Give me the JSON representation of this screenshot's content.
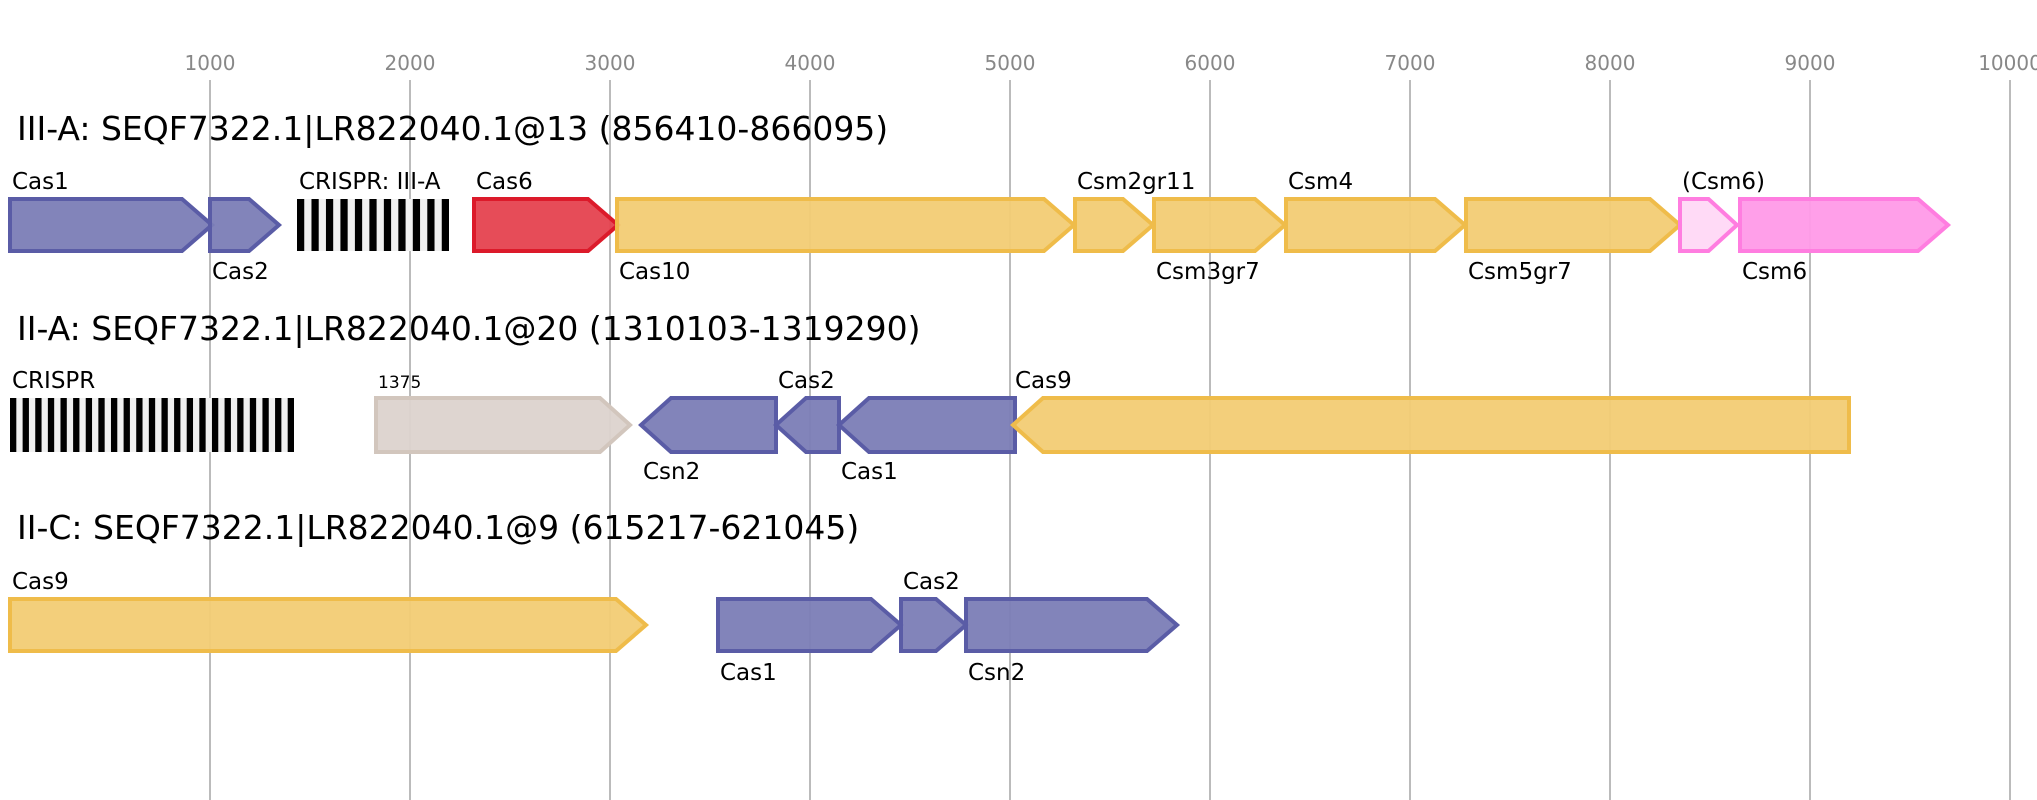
{
  "axis": {
    "ticks": [
      1000,
      2000,
      3000,
      4000,
      5000,
      6000,
      7000,
      8000,
      9000,
      10000
    ],
    "tick_labels": [
      "1000",
      "2000",
      "3000",
      "4000",
      "5000",
      "6000",
      "7000",
      "8000",
      "9000",
      "10000"
    ],
    "range_bp": [
      0,
      10000
    ],
    "grid": true
  },
  "colors": {
    "blue": {
      "fill": "#7b7db6",
      "stroke": "#5a5ca6"
    },
    "yellow": {
      "fill": "#f2cc74",
      "stroke": "#efbc4a"
    },
    "red": {
      "fill": "#e5424f",
      "stroke": "#dc1a2a"
    },
    "pink": {
      "fill": "#ff9ae8",
      "stroke": "#ff7de0"
    },
    "lightpink": {
      "fill": "#ffd8f6",
      "stroke": "#ff7de0"
    },
    "gray": {
      "fill": "#dcd3cd",
      "stroke": "#d2c6bd"
    },
    "grid": "#bbbbbb",
    "crispr": "#000000"
  },
  "loci": [
    {
      "title": "III-A: SEQF7322.1|LR822040.1@13 (856410-866095)",
      "features": [
        {
          "label": "Cas1",
          "start": 0,
          "end": 1010,
          "strand": "+",
          "color": "blue",
          "label_pos": "above"
        },
        {
          "label": "Cas2",
          "start": 1000,
          "end": 1345,
          "strand": "+",
          "color": "blue",
          "label_pos": "below"
        },
        {
          "label": "CRISPR: III-A",
          "start": 1435,
          "end": 2195,
          "type": "crispr",
          "repeats": 11,
          "label_pos": "above"
        },
        {
          "label": "Cas6",
          "start": 2320,
          "end": 3040,
          "strand": "+",
          "color": "red",
          "label_pos": "above"
        },
        {
          "label": "Cas10",
          "start": 3035,
          "end": 5320,
          "strand": "+",
          "color": "yellow",
          "label_pos": "below"
        },
        {
          "label": "Csm2gr11",
          "start": 5325,
          "end": 5715,
          "strand": "+",
          "color": "yellow",
          "label_pos": "above"
        },
        {
          "label": "Csm3gr7",
          "start": 5720,
          "end": 6375,
          "strand": "+",
          "color": "yellow",
          "label_pos": "below"
        },
        {
          "label": "Csm4",
          "start": 6380,
          "end": 7275,
          "strand": "+",
          "color": "yellow",
          "label_pos": "above"
        },
        {
          "label": "Csm5gr7",
          "start": 7280,
          "end": 8350,
          "strand": "+",
          "color": "yellow",
          "label_pos": "below"
        },
        {
          "label": "(Csm6)",
          "start": 8350,
          "end": 8635,
          "strand": "+",
          "color": "lightpink",
          "label_pos": "above"
        },
        {
          "label": "Csm6",
          "start": 8650,
          "end": 9690,
          "strand": "+",
          "color": "pink",
          "label_pos": "below"
        }
      ]
    },
    {
      "title": "II-A: SEQF7322.1|LR822040.1@20 (1310103-1319290)",
      "features": [
        {
          "label": "CRISPR",
          "start": 0,
          "end": 1420,
          "type": "crispr",
          "repeats": 23,
          "label_pos": "above"
        },
        {
          "label": "1375",
          "start": 1830,
          "end": 3100,
          "strand": "+",
          "color": "gray",
          "label_pos": "above",
          "small": true
        },
        {
          "label": "Csn2",
          "start": 3155,
          "end": 3830,
          "strand": "-",
          "color": "blue",
          "label_pos": "below"
        },
        {
          "label": "Cas2",
          "start": 3830,
          "end": 4145,
          "strand": "-",
          "color": "blue",
          "label_pos": "above"
        },
        {
          "label": "Cas1",
          "start": 4145,
          "end": 5025,
          "strand": "-",
          "color": "blue",
          "label_pos": "below"
        },
        {
          "label": "Cas9",
          "start": 5015,
          "end": 9195,
          "strand": "-",
          "color": "yellow",
          "label_pos": "above"
        }
      ]
    },
    {
      "title": "II-C: SEQF7322.1|LR822040.1@9 (615217-621045)",
      "features": [
        {
          "label": "Cas9",
          "start": 0,
          "end": 3180,
          "strand": "+",
          "color": "yellow",
          "label_pos": "above"
        },
        {
          "label": "Cas1",
          "start": 3540,
          "end": 4455,
          "strand": "+",
          "color": "blue",
          "label_pos": "below"
        },
        {
          "label": "Cas2",
          "start": 4455,
          "end": 4780,
          "strand": "+",
          "color": "blue",
          "label_pos": "above"
        },
        {
          "label": "Csn2",
          "start": 4780,
          "end": 5835,
          "strand": "+",
          "color": "blue",
          "label_pos": "below"
        }
      ]
    }
  ]
}
